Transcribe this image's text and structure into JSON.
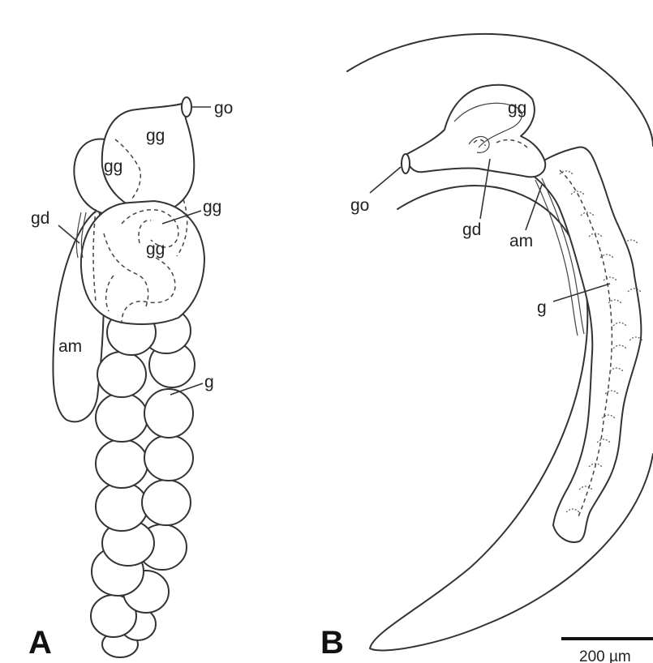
{
  "panels": {
    "a": {
      "letter": "A",
      "labels": {
        "go": "go",
        "gg_top": "gg",
        "gg_left": "gg",
        "gg_right": "gg",
        "gg_center": "gg",
        "gd": "gd",
        "am": "am",
        "g": "g"
      }
    },
    "b": {
      "letter": "B",
      "labels": {
        "gg": "gg",
        "go": "go",
        "gd": "gd",
        "am": "am",
        "g": "g"
      }
    }
  },
  "scale_bar": {
    "label": "200 µm"
  }
}
